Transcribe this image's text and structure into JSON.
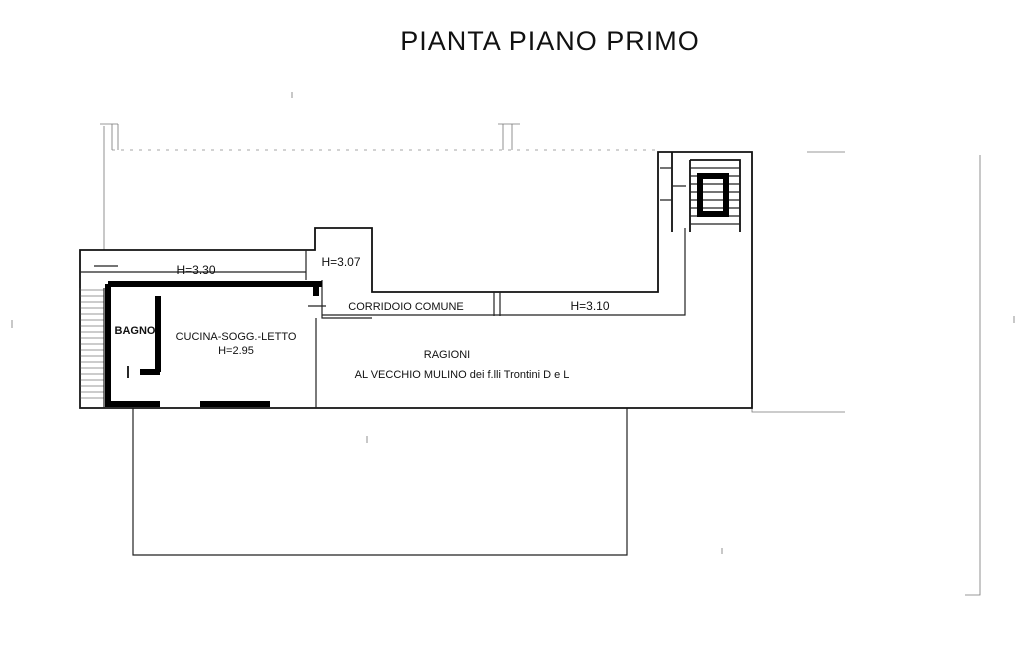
{
  "title": "PIANTA PIANO PRIMO",
  "rooms": {
    "top_strip_height": "H=3.30",
    "small_room_height": "H=3.07",
    "corridor_name": "CORRIDOIO COMUNE",
    "corridor_height": "H=3.10",
    "bathroom": "BAGNO",
    "main_room": "CUCINA-SOGG.-LETTO",
    "main_room_height": "H=2.95",
    "neighbor_line1": "RAGIONI",
    "neighbor_line2": "AL VECCHIO MULINO dei f.lli Trontini D e L"
  }
}
